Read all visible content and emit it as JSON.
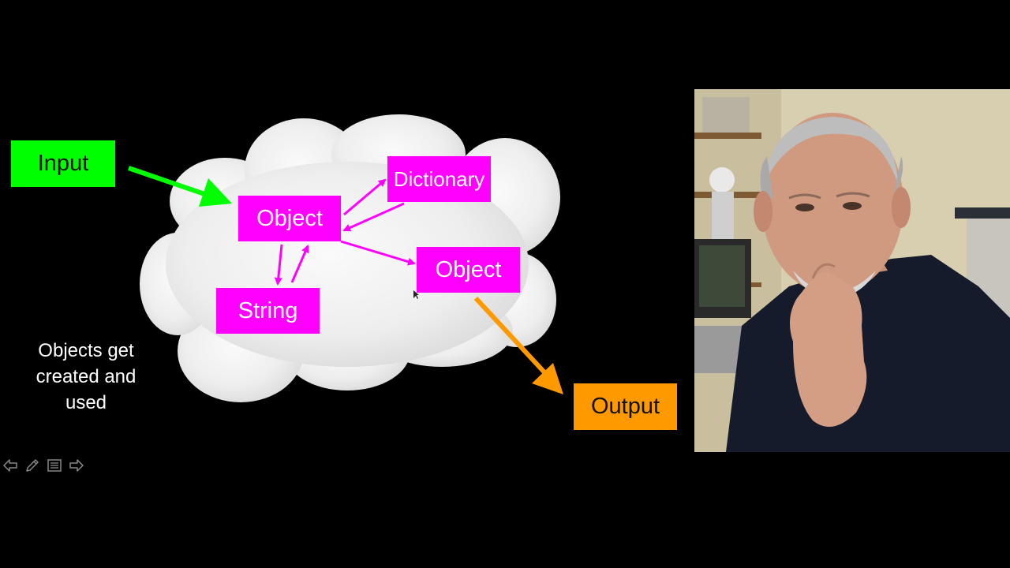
{
  "slide": {
    "boxes": {
      "input": "Input",
      "object1": "Object",
      "dictionary": "Dictionary",
      "object2": "Object",
      "string": "String",
      "output": "Output"
    },
    "caption": "Objects get created and used"
  },
  "controls": {
    "icons": [
      "previous-slide-icon",
      "pen-icon",
      "slide-menu-icon",
      "next-slide-icon"
    ]
  },
  "colors": {
    "background": "#000000",
    "input": "#00ff00",
    "object": "#ff00ff",
    "output": "#ff9900",
    "cloud": "#efefef",
    "text_light": "#ffffff"
  }
}
